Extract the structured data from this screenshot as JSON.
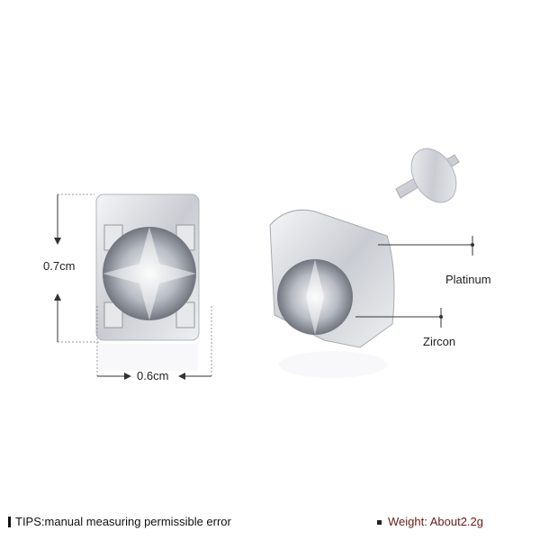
{
  "dimensions": {
    "height": "0.7cm",
    "width": "0.6cm"
  },
  "callouts": {
    "platinum": "Platinum",
    "zircon": "Zircon"
  },
  "footer": {
    "tips": "TIPS:manual measuring permissible error",
    "weight": "Weight: About2.2g"
  },
  "colors": {
    "weight_text": "#6b1a1a",
    "metal": "#d9dbe0",
    "dimension_line": "#333333"
  }
}
